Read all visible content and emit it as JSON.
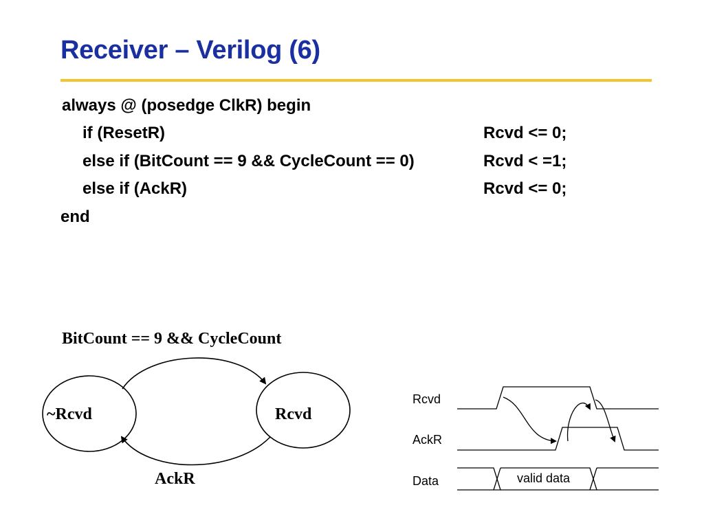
{
  "slide": {
    "title": "Receiver – Verilog (6)"
  },
  "code": {
    "line1": "always @ (posedge ClkR) begin",
    "line2_cond": "if (ResetR)",
    "line2_stmt": "Rcvd <= 0;",
    "line3_cond": "else if (BitCount == 9 && CycleCount == 0)",
    "line3_stmt": "Rcvd < =1;",
    "line4_cond": "else if (AckR)",
    "line4_stmt": "Rcvd <= 0;",
    "line5": "end"
  },
  "state_diagram": {
    "transition_top_label": "BitCount == 9 && CycleCount",
    "state_left": "~Rcvd",
    "state_right": "Rcvd",
    "transition_bottom_label": "AckR"
  },
  "timing_diagram": {
    "signals": [
      "Rcvd",
      "AckR",
      "Data"
    ],
    "data_label": "valid data"
  }
}
